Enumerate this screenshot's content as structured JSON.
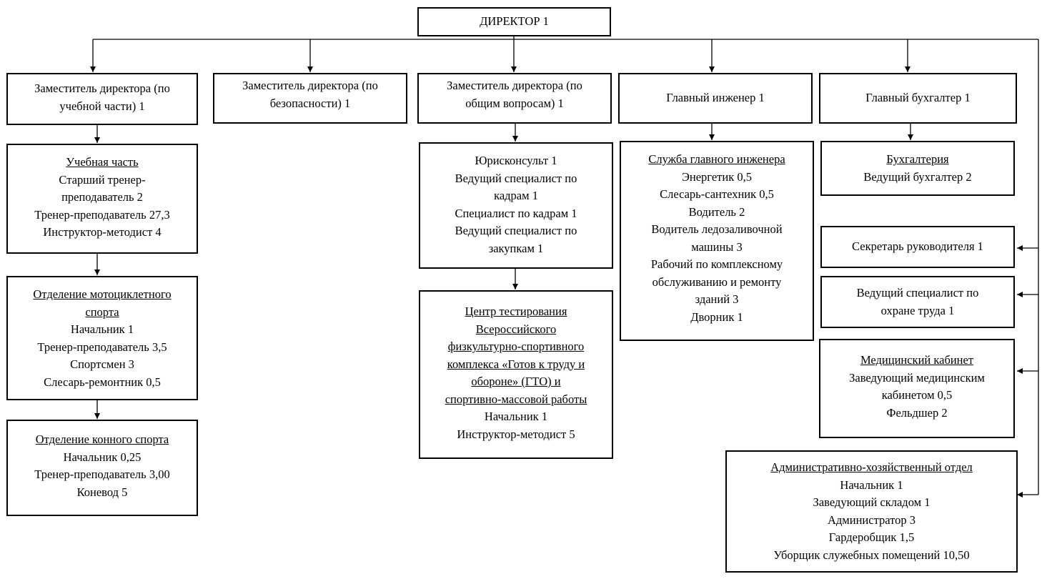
{
  "director": "ДИРЕКТОР 1",
  "deputy_academic": [
    "Заместитель директора (по",
    "учебной части) 1"
  ],
  "deputy_security": [
    "Заместитель директора (по",
    "безопасности) 1"
  ],
  "deputy_general": [
    "Заместитель директора (по",
    "общим вопросам) 1"
  ],
  "chief_engineer": "Главный инженер 1",
  "chief_accountant": "Главный бухгалтер 1",
  "academic_dept": {
    "title": "Учебная часть",
    "lines": [
      "Старший тренер-",
      "преподаватель 2",
      "Тренер-преподаватель 27,3",
      "Инструктор-методист 4"
    ]
  },
  "moto_dept": {
    "title": [
      "Отделение мотоциклетного",
      "спорта"
    ],
    "lines": [
      "Начальник 1",
      "Тренер-преподаватель 3,5",
      "Спортсмен 3",
      "Слесарь-ремонтник 0,5"
    ]
  },
  "horse_dept": {
    "title": "Отделение конного спорта",
    "lines": [
      "Начальник 0,25",
      "Тренер-преподаватель 3,00",
      "Коневод 5"
    ]
  },
  "legal_hr": {
    "lines": [
      "Юрисконсульт 1",
      "Ведущий специалист по",
      "кадрам 1",
      "Специалист по кадрам 1",
      "Ведущий специалист по",
      "закупкам 1"
    ]
  },
  "gto_center": {
    "title": [
      "Центр тестирования",
      "Всероссийского",
      "физкультурно-спортивного",
      "комплекса «Готов к труду и",
      "обороне» (ГТО) и",
      "спортивно-массовой работы"
    ],
    "lines": [
      "Начальник 1",
      "Инструктор-методист 5"
    ]
  },
  "engineer_service": {
    "title": "Служба главного инженера",
    "lines": [
      "Энергетик 0,5",
      "Слесарь-сантехник 0,5",
      "Водитель 2",
      "Водитель ледозаливочной",
      "машины 3",
      "Рабочий по комплексному",
      "обслуживанию и ремонту",
      "зданий 3",
      "Дворник 1"
    ]
  },
  "accounting": {
    "title": "Бухгалтерия",
    "lines": [
      "Ведущий бухгалтер 2"
    ]
  },
  "secretary": "Секретарь руководителя 1",
  "labor_safety": [
    "Ведущий специалист по",
    "охране труда 1"
  ],
  "medical": {
    "title": "Медицинский кабинет",
    "lines": [
      "Заведующий медицинским",
      "кабинетом 0,5",
      "Фельдшер 2"
    ]
  },
  "admin_dept": {
    "title": "Административно-хозяйственный отдел",
    "lines": [
      "Начальник 1",
      "Заведующий складом 1",
      "Администратор 3",
      "Гардеробщик 1,5",
      "Уборщик служебных помещений 10,50"
    ]
  }
}
